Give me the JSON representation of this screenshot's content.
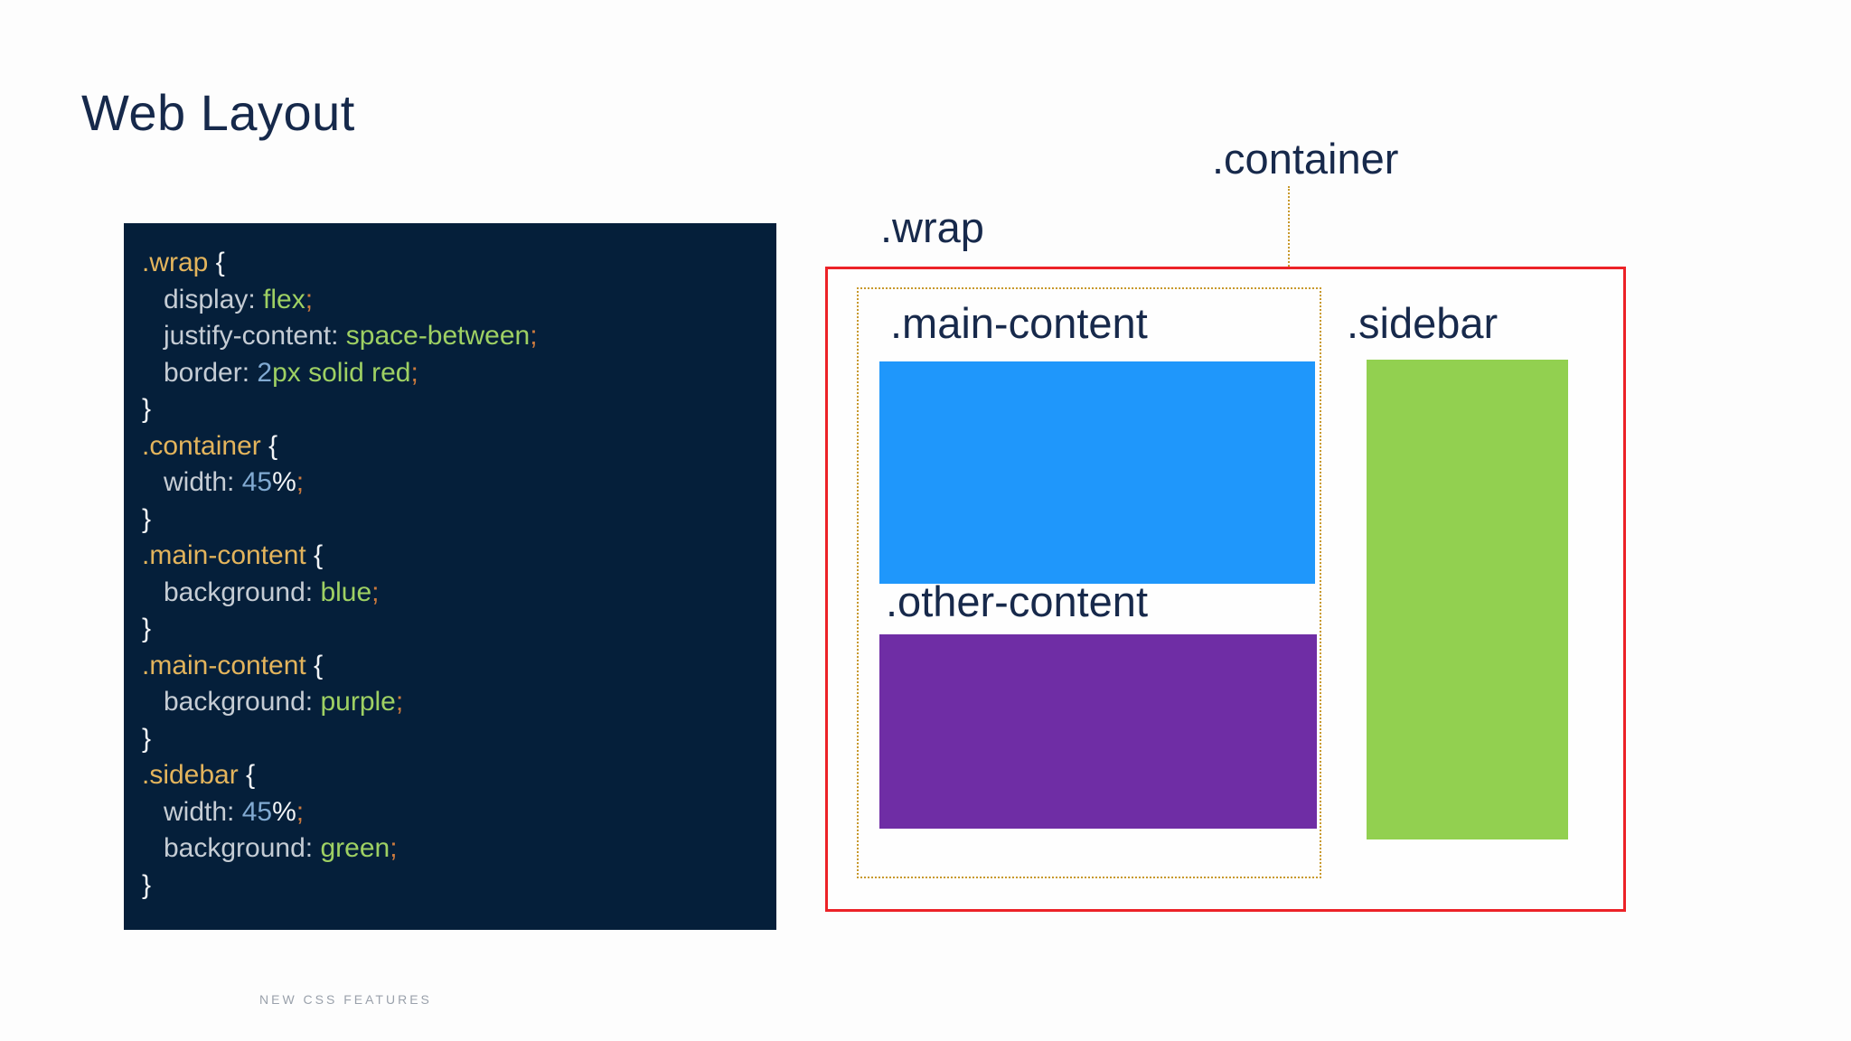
{
  "slide": {
    "title": "Web Layout",
    "footer": "NEW CSS FEATURES"
  },
  "code": {
    "panel_background": "#051f3a",
    "token_colors": {
      "selector": "#e3b45c",
      "brace": "#f2f4f6",
      "property": "#c5ccd4",
      "value": "#9ed063",
      "number": "#81aad2",
      "semicolon": "#cb7a3e"
    },
    "lines": [
      {
        "indent": 0,
        "tokens": [
          {
            "c": "sel",
            "t": ".wrap"
          },
          {
            "c": "wht",
            "t": " {"
          }
        ]
      },
      {
        "indent": 1,
        "tokens": [
          {
            "c": "prop",
            "t": "display:"
          },
          {
            "c": "val",
            "t": " flex"
          },
          {
            "c": "semi",
            "t": ";"
          }
        ]
      },
      {
        "indent": 1,
        "tokens": [
          {
            "c": "prop",
            "t": "justify-content: "
          },
          {
            "c": "val",
            "t": "space-between"
          },
          {
            "c": "semi",
            "t": ";"
          }
        ]
      },
      {
        "indent": 1,
        "tokens": [
          {
            "c": "prop",
            "t": "border: "
          },
          {
            "c": "num",
            "t": "2"
          },
          {
            "c": "val",
            "t": "px solid red"
          },
          {
            "c": "semi",
            "t": ";"
          }
        ]
      },
      {
        "indent": 0,
        "tokens": [
          {
            "c": "wht",
            "t": "}"
          }
        ]
      },
      {
        "indent": 0,
        "tokens": [
          {
            "c": "sel",
            "t": ".container"
          },
          {
            "c": "wht",
            "t": " {"
          }
        ]
      },
      {
        "indent": 1,
        "tokens": [
          {
            "c": "prop",
            "t": "width: "
          },
          {
            "c": "num",
            "t": "45"
          },
          {
            "c": "wht",
            "t": "%"
          },
          {
            "c": "semi",
            "t": ";"
          }
        ]
      },
      {
        "indent": 0,
        "tokens": [
          {
            "c": "wht",
            "t": "}"
          }
        ]
      },
      {
        "indent": 0,
        "tokens": [
          {
            "c": "sel",
            "t": ".main-content"
          },
          {
            "c": "wht",
            "t": " {"
          }
        ]
      },
      {
        "indent": 1,
        "tokens": [
          {
            "c": "prop",
            "t": "background: "
          },
          {
            "c": "val",
            "t": "blue"
          },
          {
            "c": "semi",
            "t": ";"
          }
        ]
      },
      {
        "indent": 0,
        "tokens": [
          {
            "c": "wht",
            "t": "}"
          }
        ]
      },
      {
        "indent": 0,
        "tokens": [
          {
            "c": "sel",
            "t": ".main-content"
          },
          {
            "c": "wht",
            "t": " {"
          }
        ]
      },
      {
        "indent": 1,
        "tokens": [
          {
            "c": "prop",
            "t": "background: "
          },
          {
            "c": "val",
            "t": "purple"
          },
          {
            "c": "semi",
            "t": ";"
          }
        ]
      },
      {
        "indent": 0,
        "tokens": [
          {
            "c": "wht",
            "t": "}"
          }
        ]
      },
      {
        "indent": 0,
        "tokens": [
          {
            "c": "sel",
            "t": ".sidebar"
          },
          {
            "c": "wht",
            "t": " {"
          }
        ]
      },
      {
        "indent": 1,
        "tokens": [
          {
            "c": "prop",
            "t": "width: "
          },
          {
            "c": "num",
            "t": "45"
          },
          {
            "c": "wht",
            "t": "%"
          },
          {
            "c": "semi",
            "t": ";"
          }
        ]
      },
      {
        "indent": 1,
        "tokens": [
          {
            "c": "prop",
            "t": "background: "
          },
          {
            "c": "val",
            "t": "green"
          },
          {
            "c": "semi",
            "t": ";"
          }
        ]
      },
      {
        "indent": 0,
        "tokens": [
          {
            "c": "wht",
            "t": "}"
          }
        ]
      }
    ]
  },
  "diagram": {
    "container_label": ".container",
    "wrap_label": ".wrap",
    "main_content_label": ".main-content",
    "other_content_label": ".other-content",
    "sidebar_label": ".sidebar",
    "colors": {
      "main_content": "#1f97fb",
      "other_content": "#6f2da5",
      "sidebar": "#92d050",
      "wrap_border": "#ec2227",
      "container_border": "#c8992c"
    }
  }
}
